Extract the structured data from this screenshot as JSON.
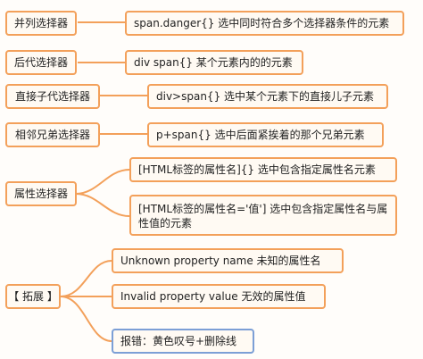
{
  "categories": [
    {
      "label": "并列选择器",
      "desc": "span.danger{}  选中同时符合多个选择器条件的元素"
    },
    {
      "label": "后代选择器",
      "desc": "div span{} 某个元素内的的元素"
    },
    {
      "label": "直接子代选择器",
      "desc": "div>span{}  选中某个元素下的直接儿子元素"
    },
    {
      "label": "相邻兄弟选择器",
      "desc": "p+span{} 选中后面紧挨着的那个兄弟元素"
    },
    {
      "label": "属性选择器",
      "children": [
        "[HTML标签的属性名]{}  选中包含指定属性名元素",
        "[HTML标签的属性名='值']  选中包含指定属性名与属性值的元素"
      ]
    },
    {
      "label": "【 拓展 】",
      "children": [
        "Unknown property name 未知的属性名",
        "Invalid property value  无效的属性值",
        "报错：黄色叹号+删除线"
      ]
    }
  ]
}
